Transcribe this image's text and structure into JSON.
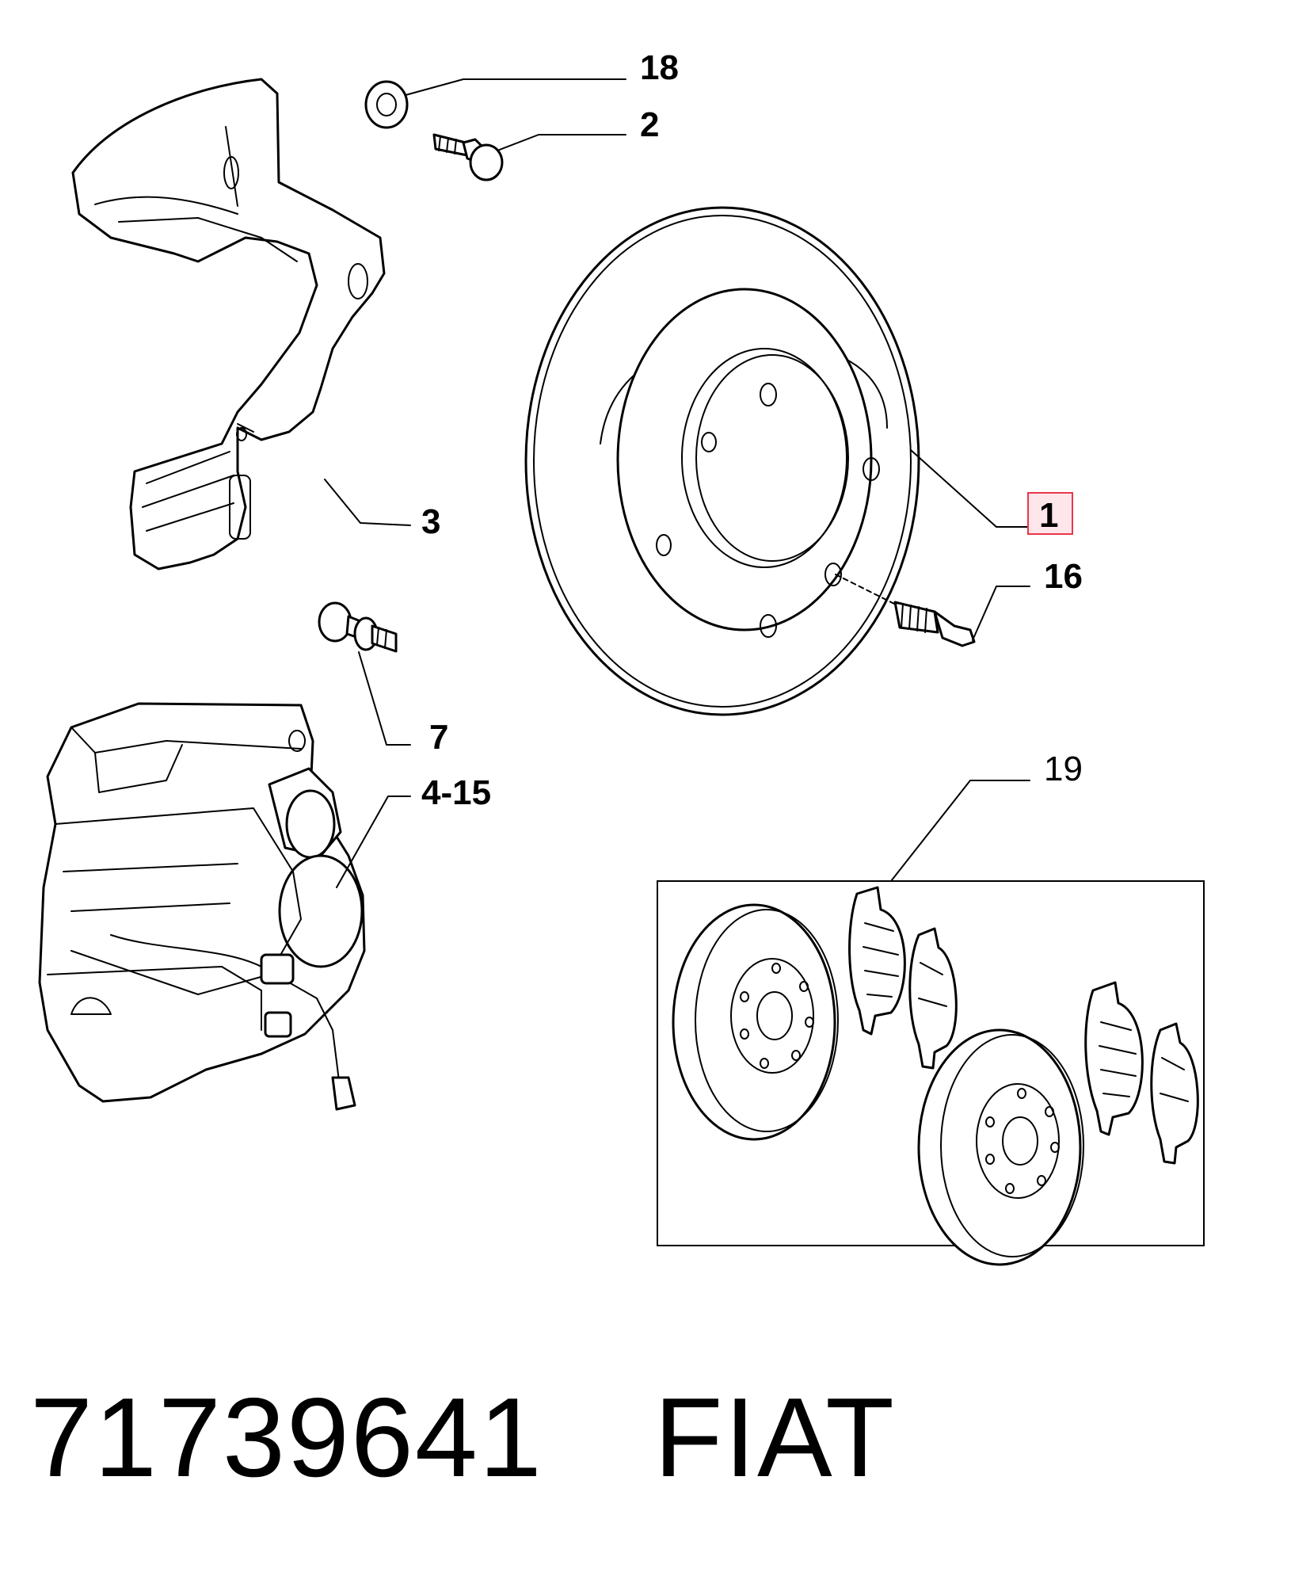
{
  "callouts": {
    "c18": "18",
    "c2": "2",
    "c3": "3",
    "c1": "1",
    "c16": "16",
    "c7": "7",
    "c415": "4-15",
    "c19": "19"
  },
  "highlight_color": "#e8374a",
  "part_number": "71739641",
  "brand": "FIAT"
}
